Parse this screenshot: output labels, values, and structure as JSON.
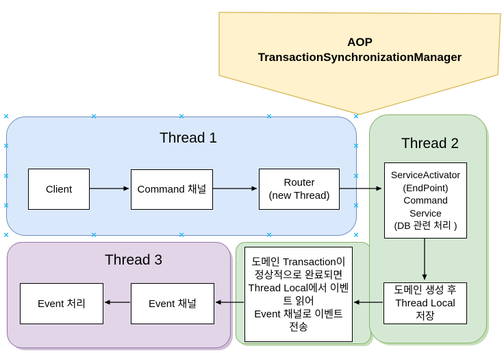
{
  "banner": {
    "label": "AOP\nTransactionSynchronizationManager"
  },
  "thread1": {
    "title": "Thread 1",
    "client": "Client",
    "command_channel": "Command 채널",
    "router": "Router\n(new Thread)"
  },
  "thread2": {
    "title": "Thread 2",
    "service_activator": "ServiceActivator\n(EndPoint)\nCommand\nService\n(DB 관련 처리 )",
    "domain_save": "도메인 생성 후\nThread Local\n저장"
  },
  "thread3": {
    "title": "Thread 3",
    "event_handler": "Event 처리",
    "event_channel": "Event 채널"
  },
  "note": {
    "transaction_note": "도메인 Transaction이\n정상적으로 완료되면\nThread Local에서 이벤\n트 읽어\nEvent 채널로 이벤트\n전송"
  },
  "colors": {
    "thread1_fill": "#dae8fc",
    "thread1_stroke": "#6c8ebf",
    "thread2_fill": "#d5e8d4",
    "thread2_stroke": "#82b366",
    "thread3_fill": "#e1d5e7",
    "thread3_stroke": "#9673a6",
    "banner_fill": "#fff2cc",
    "banner_stroke": "#d6b656",
    "selection_handle": "#29b6f2",
    "arrow": "#000000"
  }
}
